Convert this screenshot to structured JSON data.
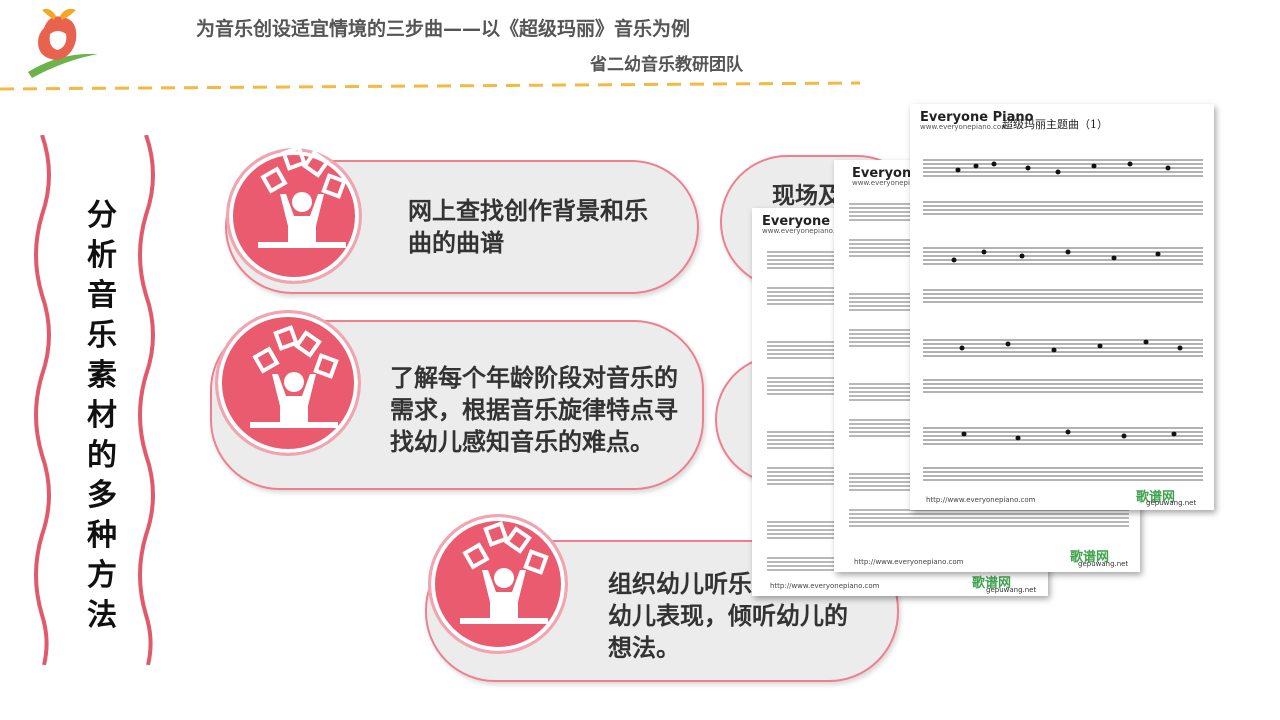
{
  "header": {
    "title": "为音乐创设适宜情境的三步曲——以《超级玛丽》音乐为例",
    "subtitle": "省二幼音乐教研团队"
  },
  "side_title": [
    "分",
    "析",
    "音",
    "乐",
    "素",
    "材",
    "的",
    "多",
    "种",
    "方",
    "法"
  ],
  "items": [
    {
      "text": "网上查找创作背景和乐曲的曲谱"
    },
    {
      "text": "了解每个年龄阶段对音乐的需求，根据音乐旋律特点寻找幼儿感知音乐的难点。"
    },
    {
      "text": "组织幼儿听乐▒▒幼儿表现，倾听幼儿的想法。",
      "visible_lines": [
        "组织幼儿听乐",
        "幼儿表现，倾听幼儿的",
        "想法。"
      ]
    }
  ],
  "hidden_item_label": "现场及",
  "sheets": {
    "brand": "Everyone Piano",
    "brand_url": "www.everyonepiano.com",
    "song_title": "超级玛丽主题曲（1）",
    "footer_url": "http://www.everyonepiano.com",
    "watermark": "歌谱网",
    "watermark_sub": "gepuwang.net"
  },
  "colors": {
    "accent": "#ea5b6f",
    "pill_bg": "#ececec",
    "dash": "#f4b942",
    "wave": "#e05a6c"
  }
}
